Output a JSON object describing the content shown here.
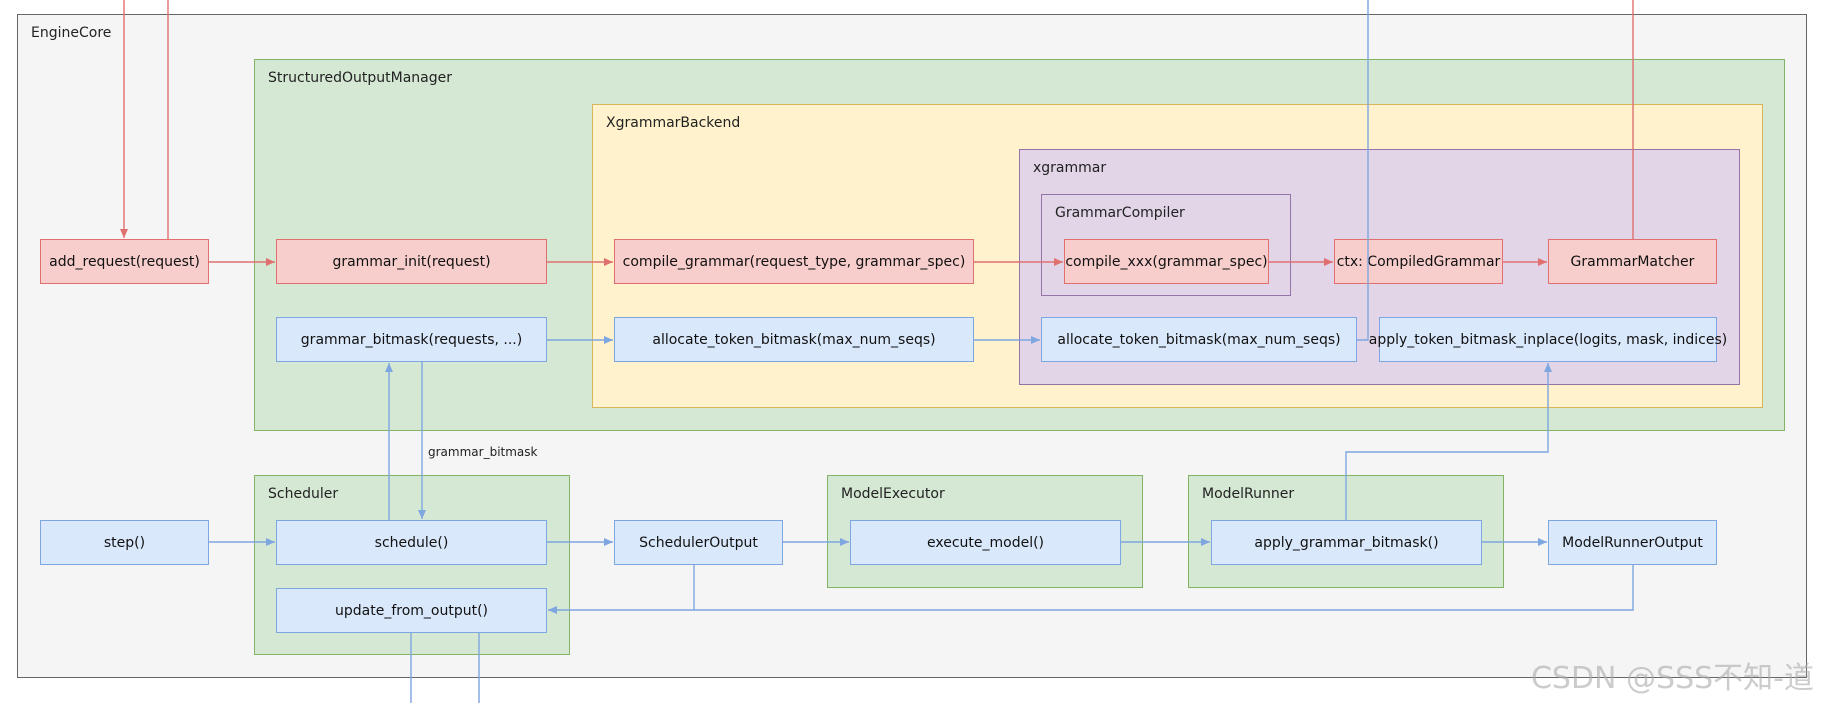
{
  "containers": {
    "engine_core": "EngineCore",
    "structured_output_manager": "StructuredOutputManager",
    "xgrammar_backend": "XgrammarBackend",
    "xgrammar": "xgrammar",
    "grammar_compiler": "GrammarCompiler",
    "scheduler": "Scheduler",
    "model_executor": "ModelExecutor",
    "model_runner": "ModelRunner"
  },
  "nodes": {
    "add_request": "add_request(request)",
    "grammar_init": "grammar_init(request)",
    "compile_grammar": "compile_grammar(request_type, grammar_spec)",
    "compile_xxx": "compile_xxx(grammar_spec)",
    "ctx": "ctx: CompiledGrammar",
    "grammar_matcher": "GrammarMatcher",
    "grammar_bitmask": "grammar_bitmask(requests, ...)",
    "allocate_backend": "allocate_token_bitmask(max_num_seqs)",
    "allocate_xgrammar": "allocate_token_bitmask(max_num_seqs)",
    "apply_inplace": "apply_token_bitmask_inplace(logits, mask, indices)",
    "step": "step()",
    "schedule": "schedule()",
    "scheduler_output": "SchedulerOutput",
    "execute_model": "execute_model()",
    "apply_grammar_bitmask": "apply_grammar_bitmask()",
    "model_runner_output": "ModelRunnerOutput",
    "update_from_output": "update_from_output()"
  },
  "edge_labels": {
    "grammar_bitmask": "grammar_bitmask"
  },
  "watermark": "CSDN @SSS不知-道",
  "colors": {
    "red_fill": "#f8cecc",
    "red_stroke": "#e07070",
    "blue_fill": "#dae8fc",
    "blue_stroke": "#7ea6e0",
    "green_fill": "#d5e8d4",
    "green_stroke": "#82b366",
    "yellow_fill": "#fff2cc",
    "yellow_stroke": "#d6b656",
    "purple_fill": "#e1d5e7",
    "purple_stroke": "#9673a6",
    "gray_fill": "#f5f5f5",
    "gray_stroke": "#666666"
  }
}
